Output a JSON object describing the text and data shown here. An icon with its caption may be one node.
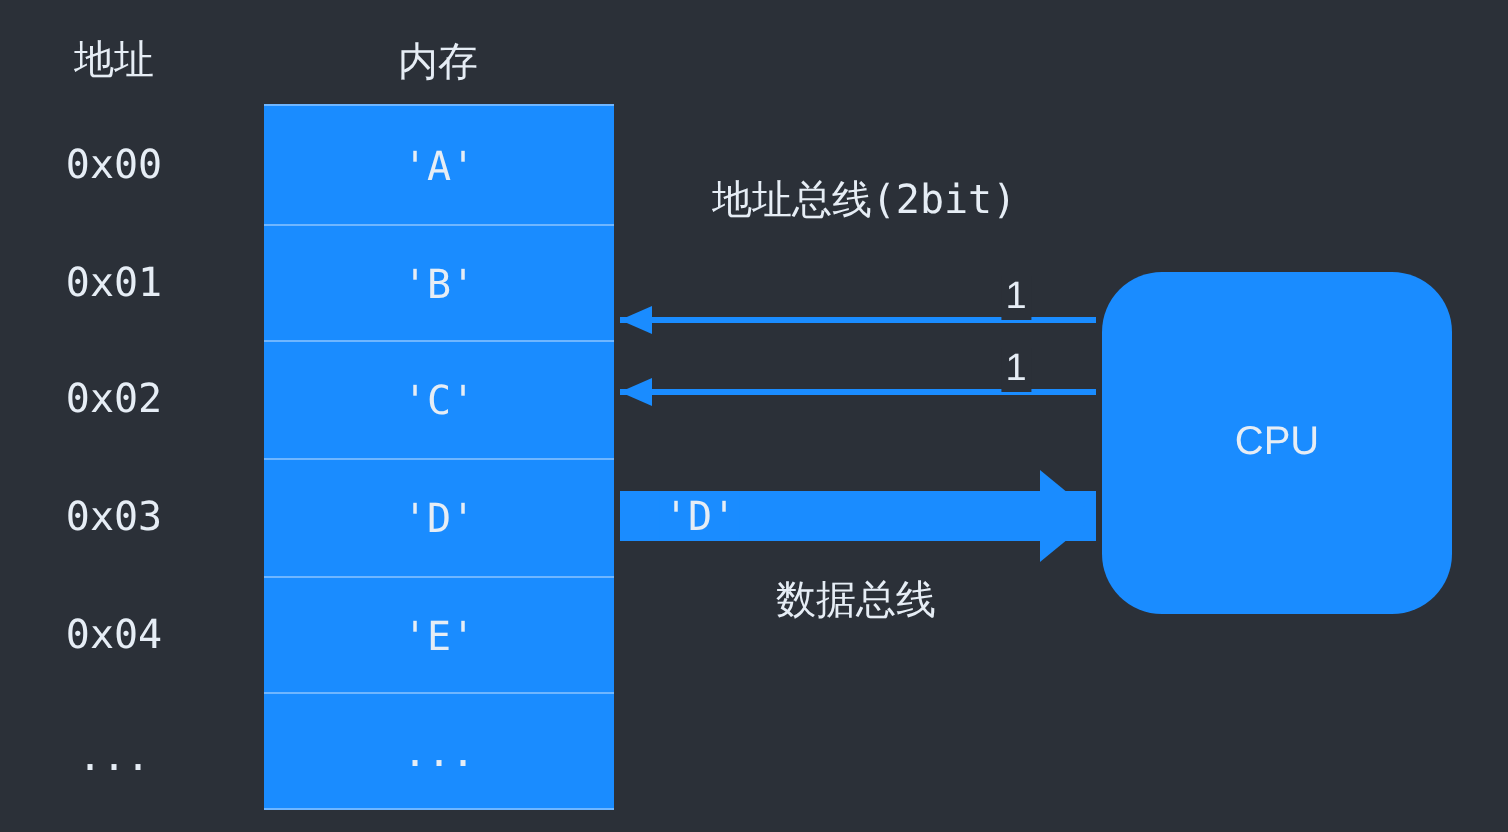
{
  "diagram": {
    "nodes": [
      {
        "text": [
          "内存"
        ]
      },
      {
        "text": [
          "'A'"
        ],
        "in": 0
      },
      {
        "text": [
          "'B'"
        ],
        "in": 0
      },
      {
        "text": [
          "'C'"
        ],
        "in": 0
      },
      {
        "text": [
          "'D'"
        ],
        "in": 0
      },
      {
        "text": [
          "'E'"
        ],
        "in": 0
      },
      {
        "text": [
          "..."
        ],
        "in": 0
      },
      {
        "text": [
          "CPU"
        ]
      }
    ],
    "edges": [
      {
        "from": 7,
        "to": 0,
        "arrow": "to",
        "label": "1"
      },
      {
        "from": 7,
        "to": 0,
        "arrow": "to",
        "label": "1"
      },
      {
        "from": 0,
        "to": 7,
        "arrow": "to",
        "label": "'D'",
        "style": "thick"
      }
    ],
    "labels": [
      "地址",
      "0x00",
      "0x01",
      "0x02",
      "0x03",
      "0x04",
      "...",
      "地址总线(2bit)",
      "数据总线"
    ]
  }
}
